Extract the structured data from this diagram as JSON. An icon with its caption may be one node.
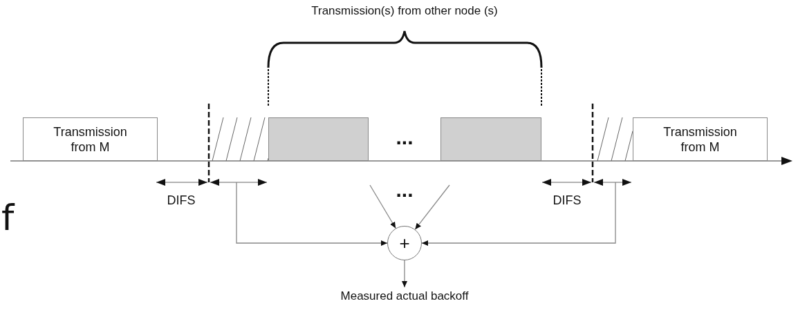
{
  "diagram": {
    "nodes": [
      {
        "text": [
          "Transmission from M"
        ]
      },
      {
        "text": [],
        "shape": "box"
      },
      {
        "text": [],
        "shape": "box"
      },
      {
        "text": [
          "Transmission from M"
        ]
      },
      {
        "text": [
          "+"
        ]
      },
      {
        "text": [
          "Measured actual backoff"
        ]
      }
    ],
    "edges": [
      {
        "from": null,
        "to": 4,
        "arrow": "to"
      },
      {
        "from": null,
        "to": 4,
        "arrow": "to"
      },
      {
        "from": null,
        "to": 4,
        "arrow": "to"
      },
      {
        "from": null,
        "to": 4,
        "arrow": "to"
      },
      {
        "from": 4,
        "to": 5,
        "arrow": "to"
      }
    ],
    "labels": [
      "Transmission(s) from other node (s)",
      "...",
      "DIFS",
      "...",
      "DIFS",
      "f"
    ]
  }
}
